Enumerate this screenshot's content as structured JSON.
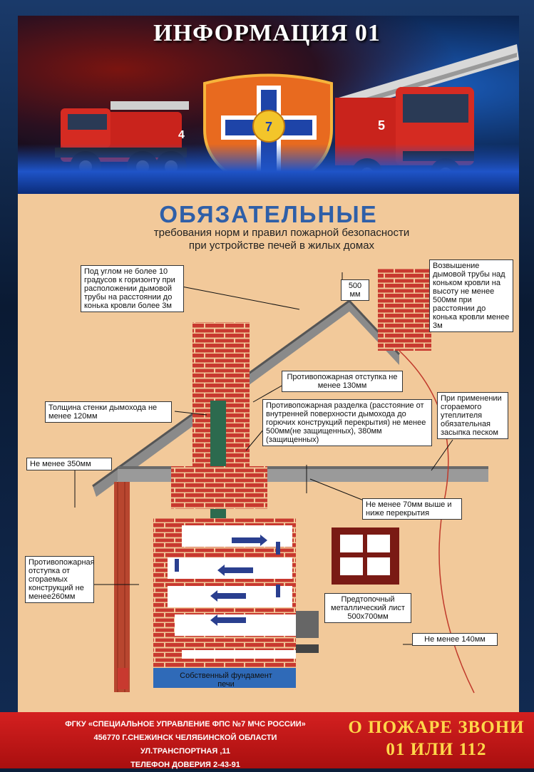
{
  "header": {
    "title": "ИНФОРМАЦИЯ 01",
    "emblem_number": "7",
    "truck_left_number": "4",
    "truck_right_number": "5"
  },
  "poster": {
    "heading": "ОБЯЗАТЕЛЬНЫЕ",
    "subheading_line1": "требования норм и правил пожарной безопасности",
    "subheading_line2": "при устройстве печей в жилых домах",
    "labels": {
      "angle": "Под углом не более 10 градусов к горизонту при расположении дымовой трубы на расстоянии до конька кровли более 3м",
      "mm500": "500 мм",
      "chimney_height": "Возвышение дымовой трубы над коньком кровли на высоту не менее 500мм при расстоянии до конька кровли менее 3м",
      "setback130": "Противопожарная отступка не менее 130мм",
      "wall120": "Толщина стенки дымохода не менее 120мм",
      "cutting": "Противопожарная разделка (расстояние от внутренней поверхности дымохода до горючих конструкций перекрытия) не менее 500мм(не защищенных), 380мм (защищенных)",
      "insulation": "При применении сгораемого утеплителя обязательная засыпка песком",
      "min350": "Не менее 350мм",
      "min70": "Не менее 70мм выше и ниже перекрытия",
      "setback260": "Противопожарная отступка от сгораемых конструкций не менее260мм",
      "sheet": "Предтопочный металлический лист 500х700мм",
      "min140": "Не менее 140мм",
      "foundation": "Собственный фундамент печи"
    }
  },
  "footer": {
    "org_line1": "ФГКУ «СПЕЦИАЛЬНОЕ УПРАВЛЕНИЕ ФПС №7 МЧС РОССИИ»",
    "org_line2": "456770 Г.СНЕЖИНСК ЧЕЛЯБИНСКОЙ ОБЛАСТИ",
    "org_line3": "УЛ.ТРАНСПОРТНАЯ ,11",
    "org_line4": "ТЕЛЕФОН ДОВЕРИЯ  2-43-91",
    "call_line1": "О ПОЖАРЕ ЗВОНИ",
    "call_line2": "01 ИЛИ 112"
  },
  "colors": {
    "brick": "#c8392f",
    "poster_bg": "#f2c99a",
    "heading_blue": "#2f5fa8",
    "footer_red": "#c81a1a",
    "call_yellow": "#ffd84a"
  }
}
